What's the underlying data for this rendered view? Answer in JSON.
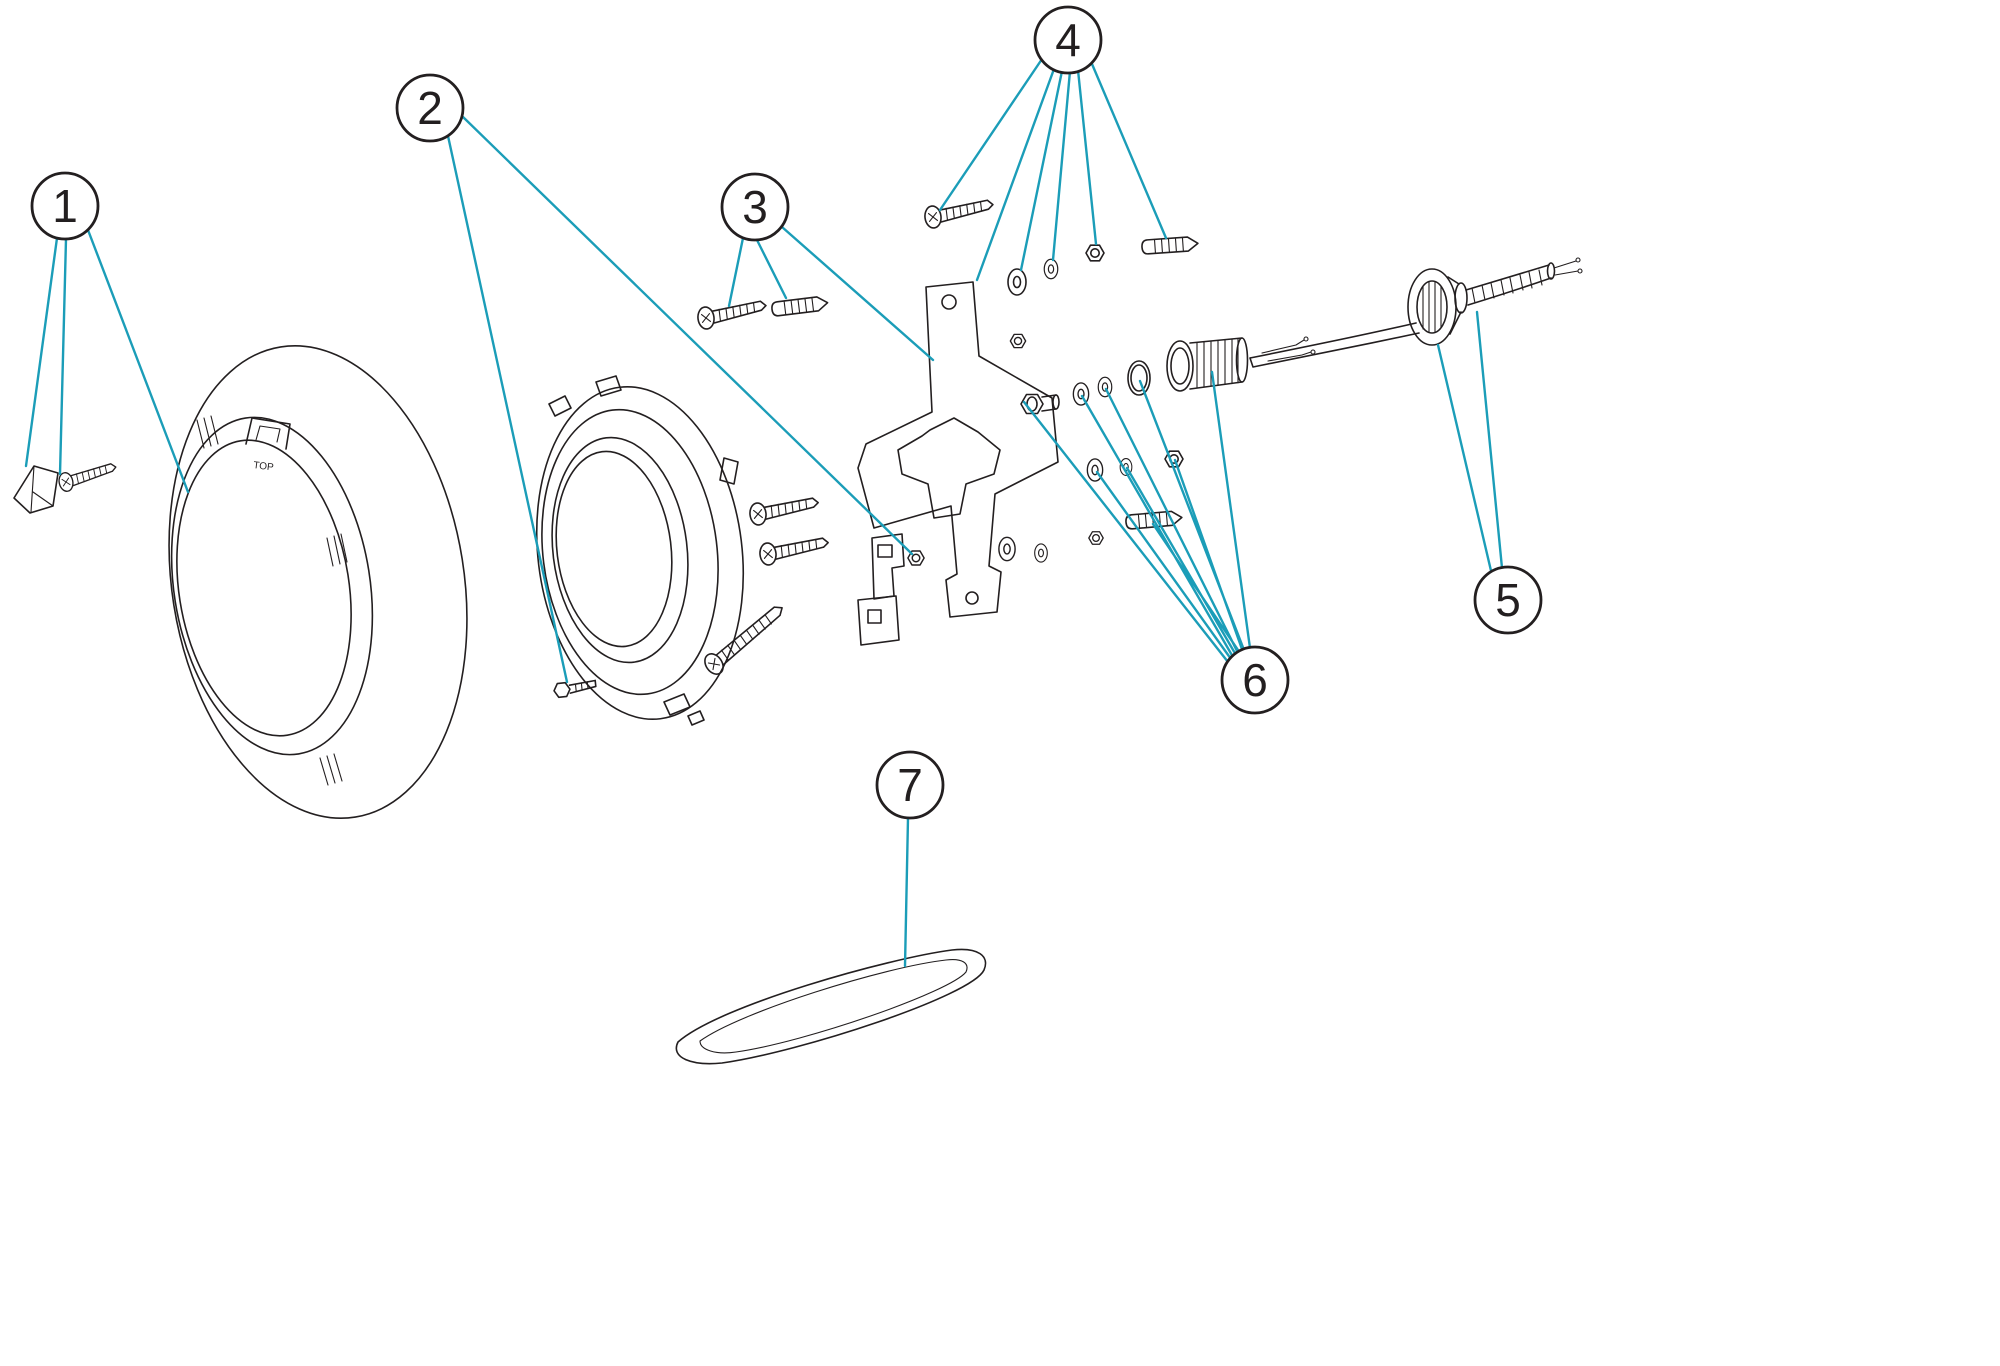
{
  "diagram": {
    "type": "exploded-parts-diagram",
    "subject": "underwater-pool-light-assembly",
    "background_color": "#ffffff",
    "accent_color": "#1b9db8",
    "line_color": "#231f20",
    "bezel_marking": "TOP",
    "callouts": [
      {
        "label": "1",
        "part": "retaining-clip-and-screw"
      },
      {
        "label": "2",
        "part": "fixing-ring-fasteners"
      },
      {
        "label": "3",
        "part": "wall-screw-and-anchor"
      },
      {
        "label": "4",
        "part": "bracket-fastener-set"
      },
      {
        "label": "5",
        "part": "cable-gland-and-conduit"
      },
      {
        "label": "6",
        "part": "bushing-washer-nut-set"
      },
      {
        "label": "7",
        "part": "wedge-trim"
      }
    ]
  }
}
